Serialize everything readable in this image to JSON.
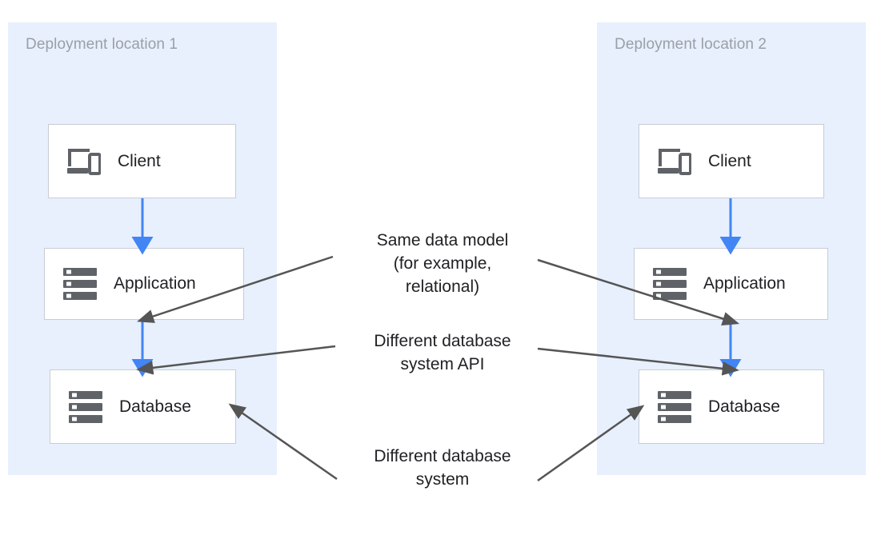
{
  "diagram": {
    "title": "Two deployment locations with different database systems sharing the same data model",
    "background_color": "#ffffff",
    "panel_color": "#e8f0fe",
    "panel_title_color": "#9aa0a6",
    "box_border_color": "#c8cdd2",
    "box_fill_color": "#ffffff",
    "flow_arrow_color": "#4285f4",
    "annotation_arrow_color": "#555555",
    "text_color": "#202124"
  },
  "panels": [
    {
      "id": "location-1",
      "title": "Deployment location 1",
      "nodes": [
        {
          "id": "client-1",
          "label": "Client",
          "icon": "client-devices-icon"
        },
        {
          "id": "application-1",
          "label": "Application",
          "icon": "server-stack-icon"
        },
        {
          "id": "database-1",
          "label": "Database",
          "icon": "server-stack-icon"
        }
      ]
    },
    {
      "id": "location-2",
      "title": "Deployment location 2",
      "nodes": [
        {
          "id": "client-2",
          "label": "Client",
          "icon": "client-devices-icon"
        },
        {
          "id": "application-2",
          "label": "Application",
          "icon": "server-stack-icon"
        },
        {
          "id": "database-2",
          "label": "Database",
          "icon": "server-stack-icon"
        }
      ]
    }
  ],
  "annotations": [
    {
      "id": "same-data-model",
      "text": "Same data model\n(for example,\nrelational)",
      "points_to": [
        "application-1",
        "application-2"
      ]
    },
    {
      "id": "different-database-system-api",
      "text": "Different database\nsystem API",
      "points_to": [
        "database-1",
        "database-2"
      ]
    },
    {
      "id": "different-database-system",
      "text": "Different database\nsystem",
      "points_to": [
        "database-1",
        "database-2"
      ]
    }
  ],
  "flows": [
    {
      "from": "client-1",
      "to": "application-1"
    },
    {
      "from": "application-1",
      "to": "database-1"
    },
    {
      "from": "client-2",
      "to": "application-2"
    },
    {
      "from": "application-2",
      "to": "database-2"
    }
  ]
}
